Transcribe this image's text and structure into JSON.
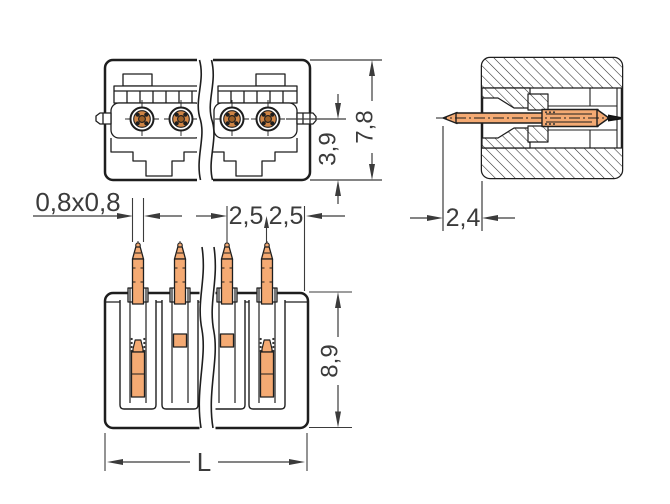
{
  "drawing_title": "connector-technical-drawing",
  "colors": {
    "background": "#ffffff",
    "outline": "#1e1e1e",
    "dimension": "#3b3b3b",
    "copper": "#f4aa73",
    "copper_ring": "#cf8546",
    "copper_core": "#9a5f28"
  },
  "dims": {
    "top_view": {
      "pin_center_to_bottom": "3,9",
      "total_depth": "7,8"
    },
    "side_view": {
      "pin_protrusion": "2,4"
    },
    "front_view": {
      "pin_cross_section": "0,8x0,8",
      "pitch_left": "2,5",
      "pitch_right": "2,5",
      "body_height": "8,9",
      "total_length": "L"
    }
  }
}
